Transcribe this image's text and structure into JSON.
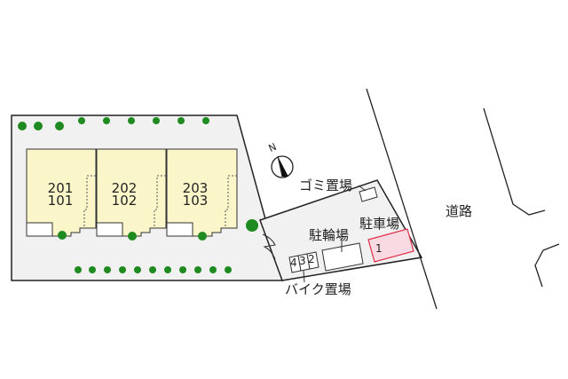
{
  "diagram": {
    "type": "site-plan",
    "colors": {
      "background": "#ffffff",
      "lot_fill": "#f1f1f1",
      "building_fill": "#fbf6c9",
      "tree": "#1f8a1f",
      "parking_highlight_fill": "#f9d9e2",
      "parking_highlight_stroke": "#e0304a",
      "line": "#222222"
    },
    "units": [
      {
        "upper": "201",
        "lower": "101"
      },
      {
        "upper": "202",
        "lower": "102"
      },
      {
        "upper": "203",
        "lower": "103"
      }
    ],
    "labels": {
      "garbage": "ゴミ置場",
      "bicycle_parking": "駐輪場",
      "car_parking": "駐車場",
      "motorbike_parking": "バイク置場",
      "road": "道路",
      "north": "N"
    },
    "parking_spaces": [
      "1"
    ],
    "bike_spaces": [
      "4",
      "3",
      "2"
    ]
  }
}
